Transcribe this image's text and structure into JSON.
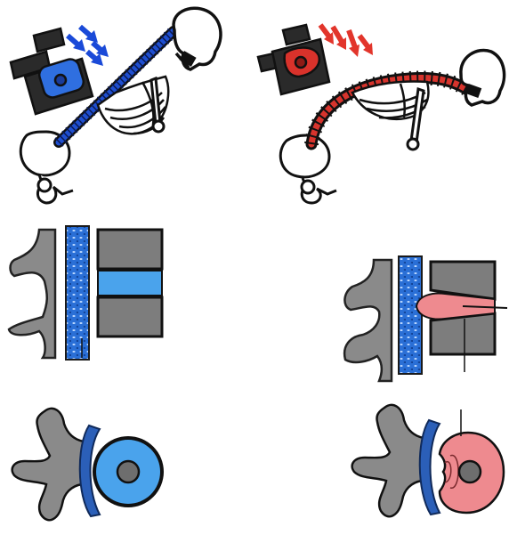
{
  "colors": {
    "healthy": "#2f7fe0",
    "healthy_dark": "#1f3fa0",
    "damaged": "#e8463c",
    "damaged_pink": "#ee8a8f",
    "bone_gray": "#8a8a8a",
    "bone_dark": "#3a3a3a",
    "outline": "#111111"
  },
  "panels": [
    {
      "name": "healthy-posture-panel",
      "state": "healthy",
      "icon": "upright-skeleton-with-backpack-icon"
    },
    {
      "name": "bent-posture-panel",
      "state": "damaged",
      "icon": "bent-skeleton-with-backpack-icon"
    },
    {
      "name": "healthy-disc-side-view",
      "state": "healthy",
      "icon": "spinal-segment-side-icon"
    },
    {
      "name": "herniated-disc-side-view",
      "state": "damaged",
      "icon": "herniated-segment-side-icon"
    },
    {
      "name": "healthy-disc-top-view",
      "state": "healthy",
      "icon": "vertebra-top-icon"
    },
    {
      "name": "herniated-disc-top-view",
      "state": "damaged",
      "icon": "herniated-vertebra-top-icon"
    }
  ]
}
